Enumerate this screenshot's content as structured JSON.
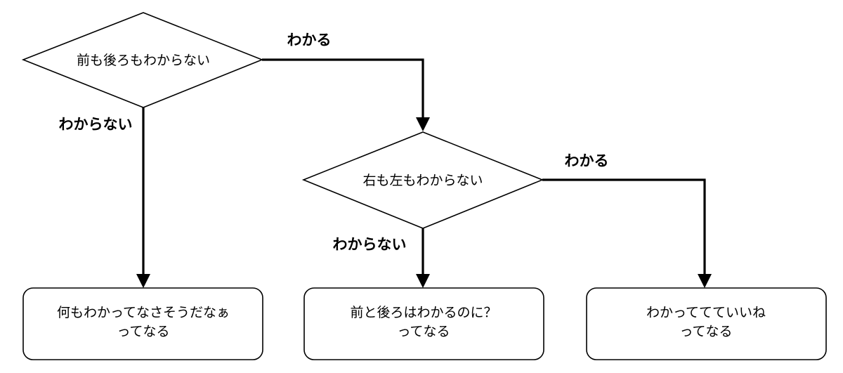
{
  "decisions": {
    "front_back": "前も後ろもわからない",
    "left_right": "右も左もわからない"
  },
  "outcomes": {
    "nothing": [
      "何もわかってなさそうだなぁ",
      "ってなる"
    ],
    "front_back_known": [
      "前と後ろはわかるのに？",
      "ってなる"
    ],
    "all_known": [
      "わかっててていいね",
      "ってなる"
    ]
  },
  "edge_labels": {
    "front_back_yes": "わかる",
    "front_back_no": "わからない",
    "left_right_yes": "わかる",
    "left_right_no": "わからない"
  }
}
